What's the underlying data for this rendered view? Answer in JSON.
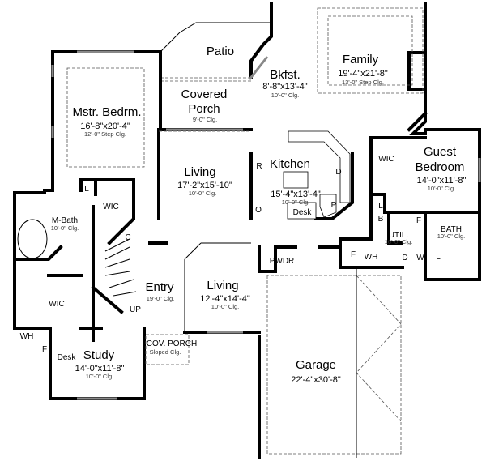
{
  "rooms": {
    "patio": {
      "name": "Patio"
    },
    "family": {
      "name": "Family",
      "size": "19'-4\"x21'-8\"",
      "ceiling": "13'-0\" Step Clg."
    },
    "bkfst": {
      "name": "Bkfst.",
      "size": "8'-8\"x13'-4\"",
      "ceiling": "10'-0\" Clg."
    },
    "covered_porch": {
      "name1": "Covered",
      "name2": "Porch",
      "ceiling": "9'-0\" Clg."
    },
    "master": {
      "name": "Mstr. Bedrm.",
      "size": "16'-8\"x20'-4\"",
      "ceiling": "12'-0\" Step Clg."
    },
    "living_upper": {
      "name": "Living",
      "size": "17'-2\"x15'-10\"",
      "ceiling": "10'-0\" Clg."
    },
    "kitchen": {
      "name": "Kitchen",
      "size": "15'-4\"x13'-4\"",
      "ceiling": "10'-0\" Clg."
    },
    "guest": {
      "name1": "Guest",
      "name2": "Bedroom",
      "size": "14'-0\"x11'-8\"",
      "ceiling": "10'-0\" Clg."
    },
    "mbath": {
      "name": "M-Bath",
      "ceiling": "10'-0\" Clg."
    },
    "entry": {
      "name": "Entry",
      "ceiling": "19'-0\" Clg."
    },
    "living_lower": {
      "name": "Living",
      "size": "12'-4\"x14'-4\"",
      "ceiling": "10'-0\" Clg."
    },
    "util": {
      "name": "UTIL.",
      "ceiling": "10'-0\" Clg."
    },
    "bath": {
      "name": "BATH",
      "ceiling": "10'-0\" Clg."
    },
    "pwdr": {
      "name": "PWDR"
    },
    "study": {
      "name": "Study",
      "size": "14'-0\"x11'-8\"",
      "ceiling": "10'-0\" Clg."
    },
    "cov_porch": {
      "name": "COV. PORCH",
      "ceiling": "Sloped Clg."
    },
    "garage": {
      "name": "Garage",
      "size": "22'-4\"x30'-8\""
    }
  },
  "fixtures": {
    "wic": "WIC",
    "linen": "L",
    "closet": "C",
    "refrigerator": "R",
    "oven": "O",
    "dishwasher": "D",
    "pantry": "P",
    "desk": "Desk",
    "bench": "B",
    "freezer": "F",
    "water_heater": "WH",
    "dryer": "D",
    "washer": "W",
    "up": "UP"
  }
}
